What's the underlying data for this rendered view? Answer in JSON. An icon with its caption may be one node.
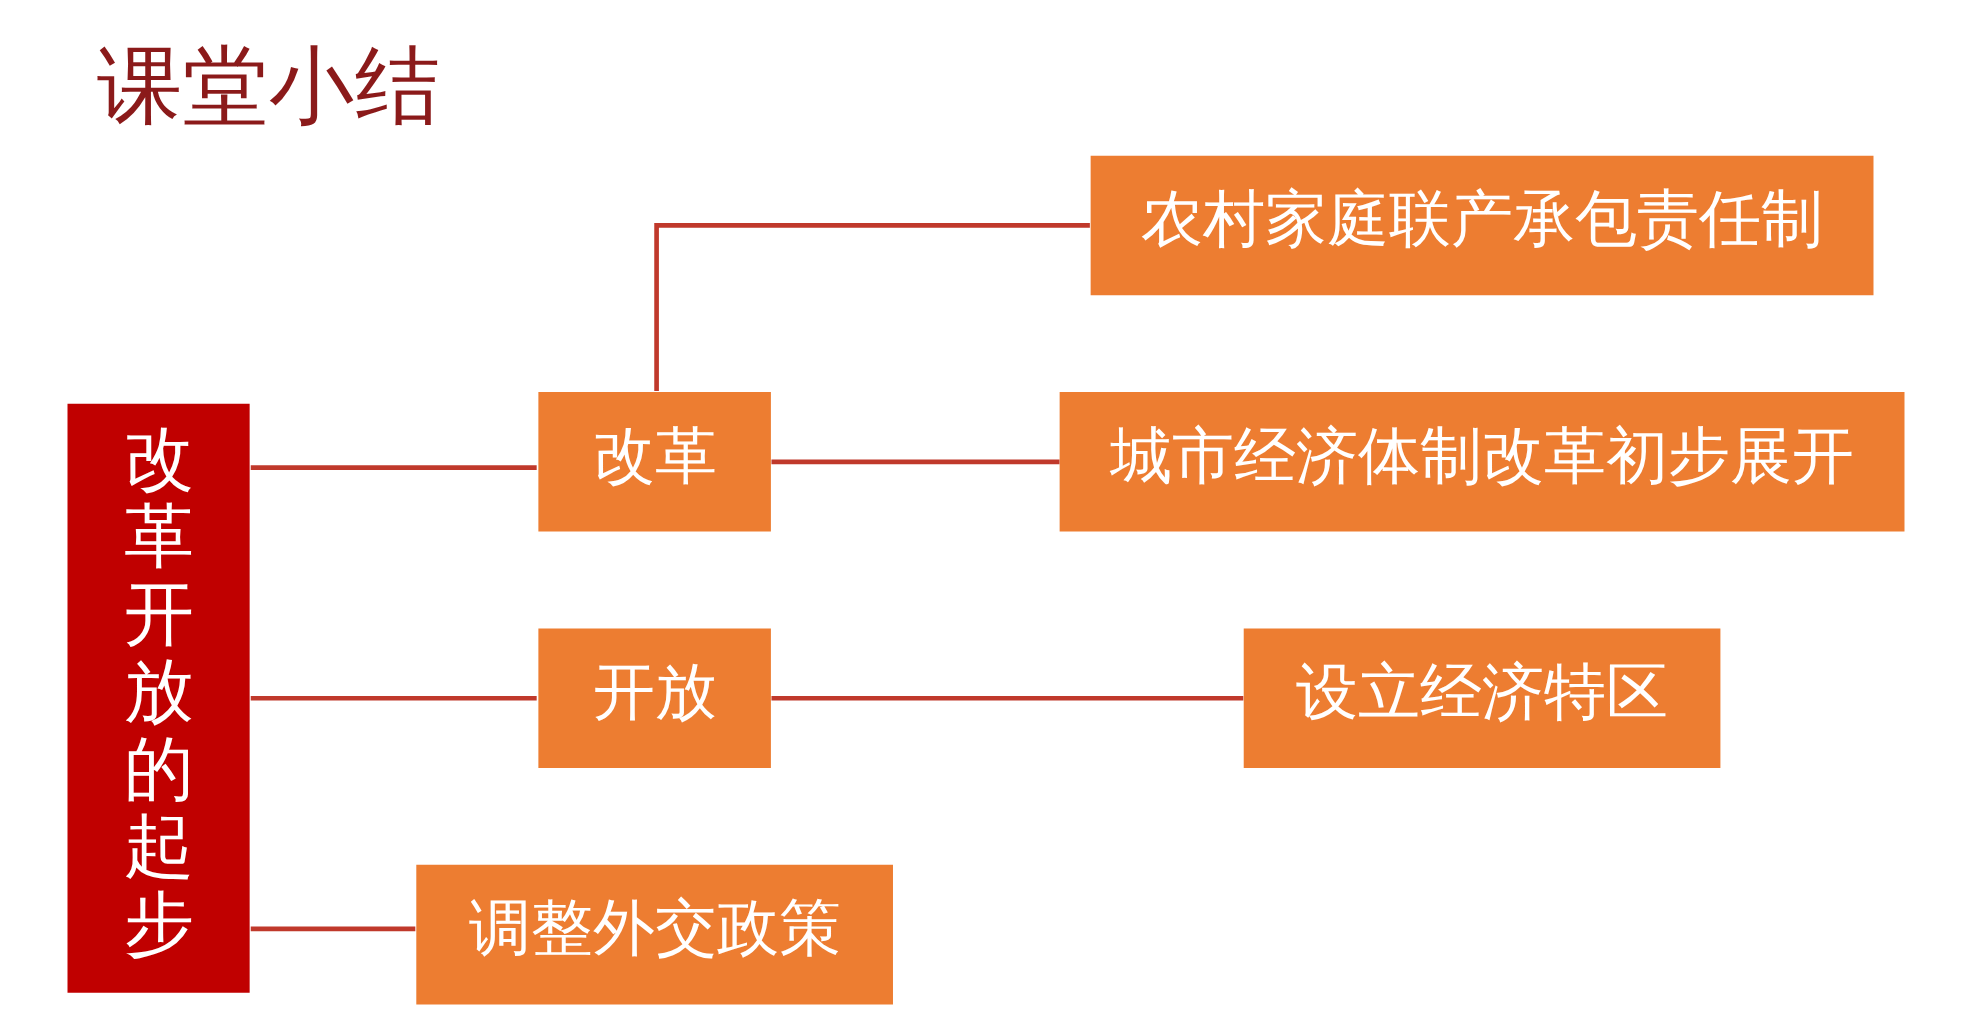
{
  "diagram": {
    "title": "课堂小结",
    "nodes": [
      {
        "text": [
          "改革开放的起步"
        ]
      },
      {
        "text": [
          "改革"
        ]
      },
      {
        "text": [
          "开放"
        ]
      },
      {
        "text": [
          "调整外交政策"
        ]
      },
      {
        "text": [
          "农村家庭联产承包责任制"
        ]
      },
      {
        "text": [
          "城市经济体制改革初步展开"
        ]
      },
      {
        "text": [
          "设立经济特区"
        ]
      }
    ],
    "edges": [
      {
        "from": 0,
        "to": 1,
        "arrow": "none"
      },
      {
        "from": 0,
        "to": 2,
        "arrow": "none"
      },
      {
        "from": 0,
        "to": 3,
        "arrow": "none"
      },
      {
        "from": 1,
        "to": 4,
        "arrow": "none"
      },
      {
        "from": 1,
        "to": 5,
        "arrow": "none"
      },
      {
        "from": 2,
        "to": 6,
        "arrow": "none"
      }
    ]
  }
}
